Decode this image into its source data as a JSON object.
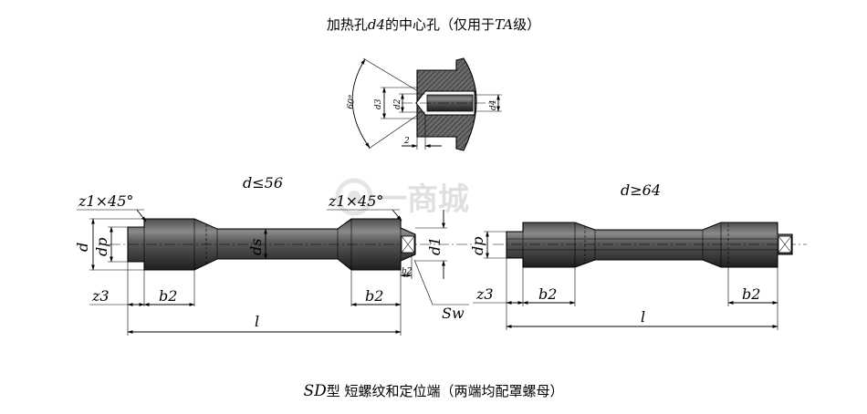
{
  "top_title": {
    "a": "加热孔",
    "b": "d4",
    "c": "的中心孔（仅用于",
    "d": "TA",
    "e": "级）"
  },
  "detail": {
    "angle": "60°",
    "d3": "d3",
    "d2": "d2",
    "d4": "d4",
    "two": "2"
  },
  "left_view": {
    "heading": "d≤56",
    "z1_left": "z1×45°",
    "z1_right": "z1×45°",
    "d": "d",
    "dp": "dp",
    "ds": "ds",
    "d1": "d1",
    "b2_small": "b2",
    "sw": "Sw",
    "z3": "z3",
    "b2_left": "b2",
    "b2_right": "b2",
    "l": "l"
  },
  "right_view": {
    "heading": "d≥64",
    "dp": "dp",
    "z3": "z3",
    "b2_left": "b2",
    "b2_right": "b2",
    "l": "l"
  },
  "watermark": "一商城",
  "bottom_caption": {
    "type": "SD",
    "rest": "型  短螺纹和定位端（两端均配罩螺母）"
  }
}
